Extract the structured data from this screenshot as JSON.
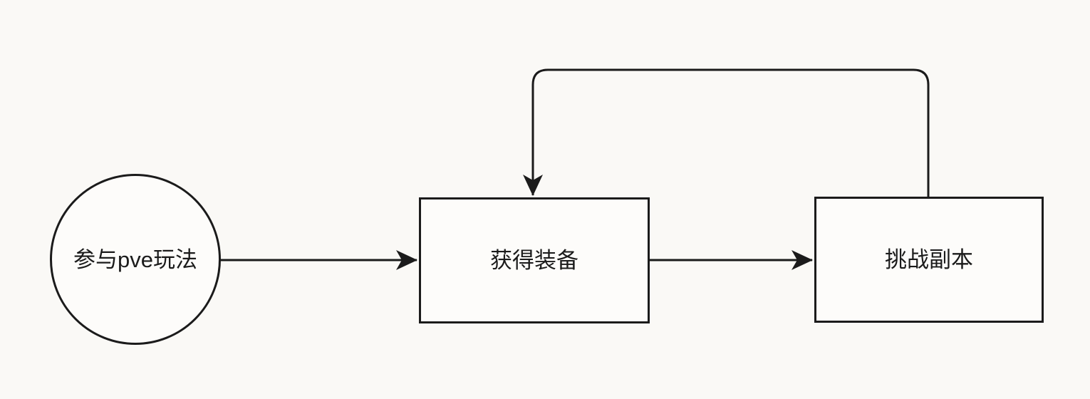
{
  "page": {
    "background_color": "#faf9f6",
    "ink_color": "#1b1b1b"
  },
  "flowchart": {
    "nodes": [
      {
        "id": "participate-pve",
        "shape": "circle",
        "label": "参与pve玩法"
      },
      {
        "id": "obtain-equipment",
        "shape": "rectangle",
        "label": "获得装备"
      },
      {
        "id": "challenge-dungeon",
        "shape": "rectangle",
        "label": "挑战副本"
      }
    ],
    "edges": [
      {
        "from": "participate-pve",
        "to": "obtain-equipment",
        "style": "straight-arrow"
      },
      {
        "from": "obtain-equipment",
        "to": "challenge-dungeon",
        "style": "straight-arrow"
      },
      {
        "from": "challenge-dungeon",
        "to": "obtain-equipment",
        "style": "loop-back-over-top-arrow"
      }
    ]
  }
}
